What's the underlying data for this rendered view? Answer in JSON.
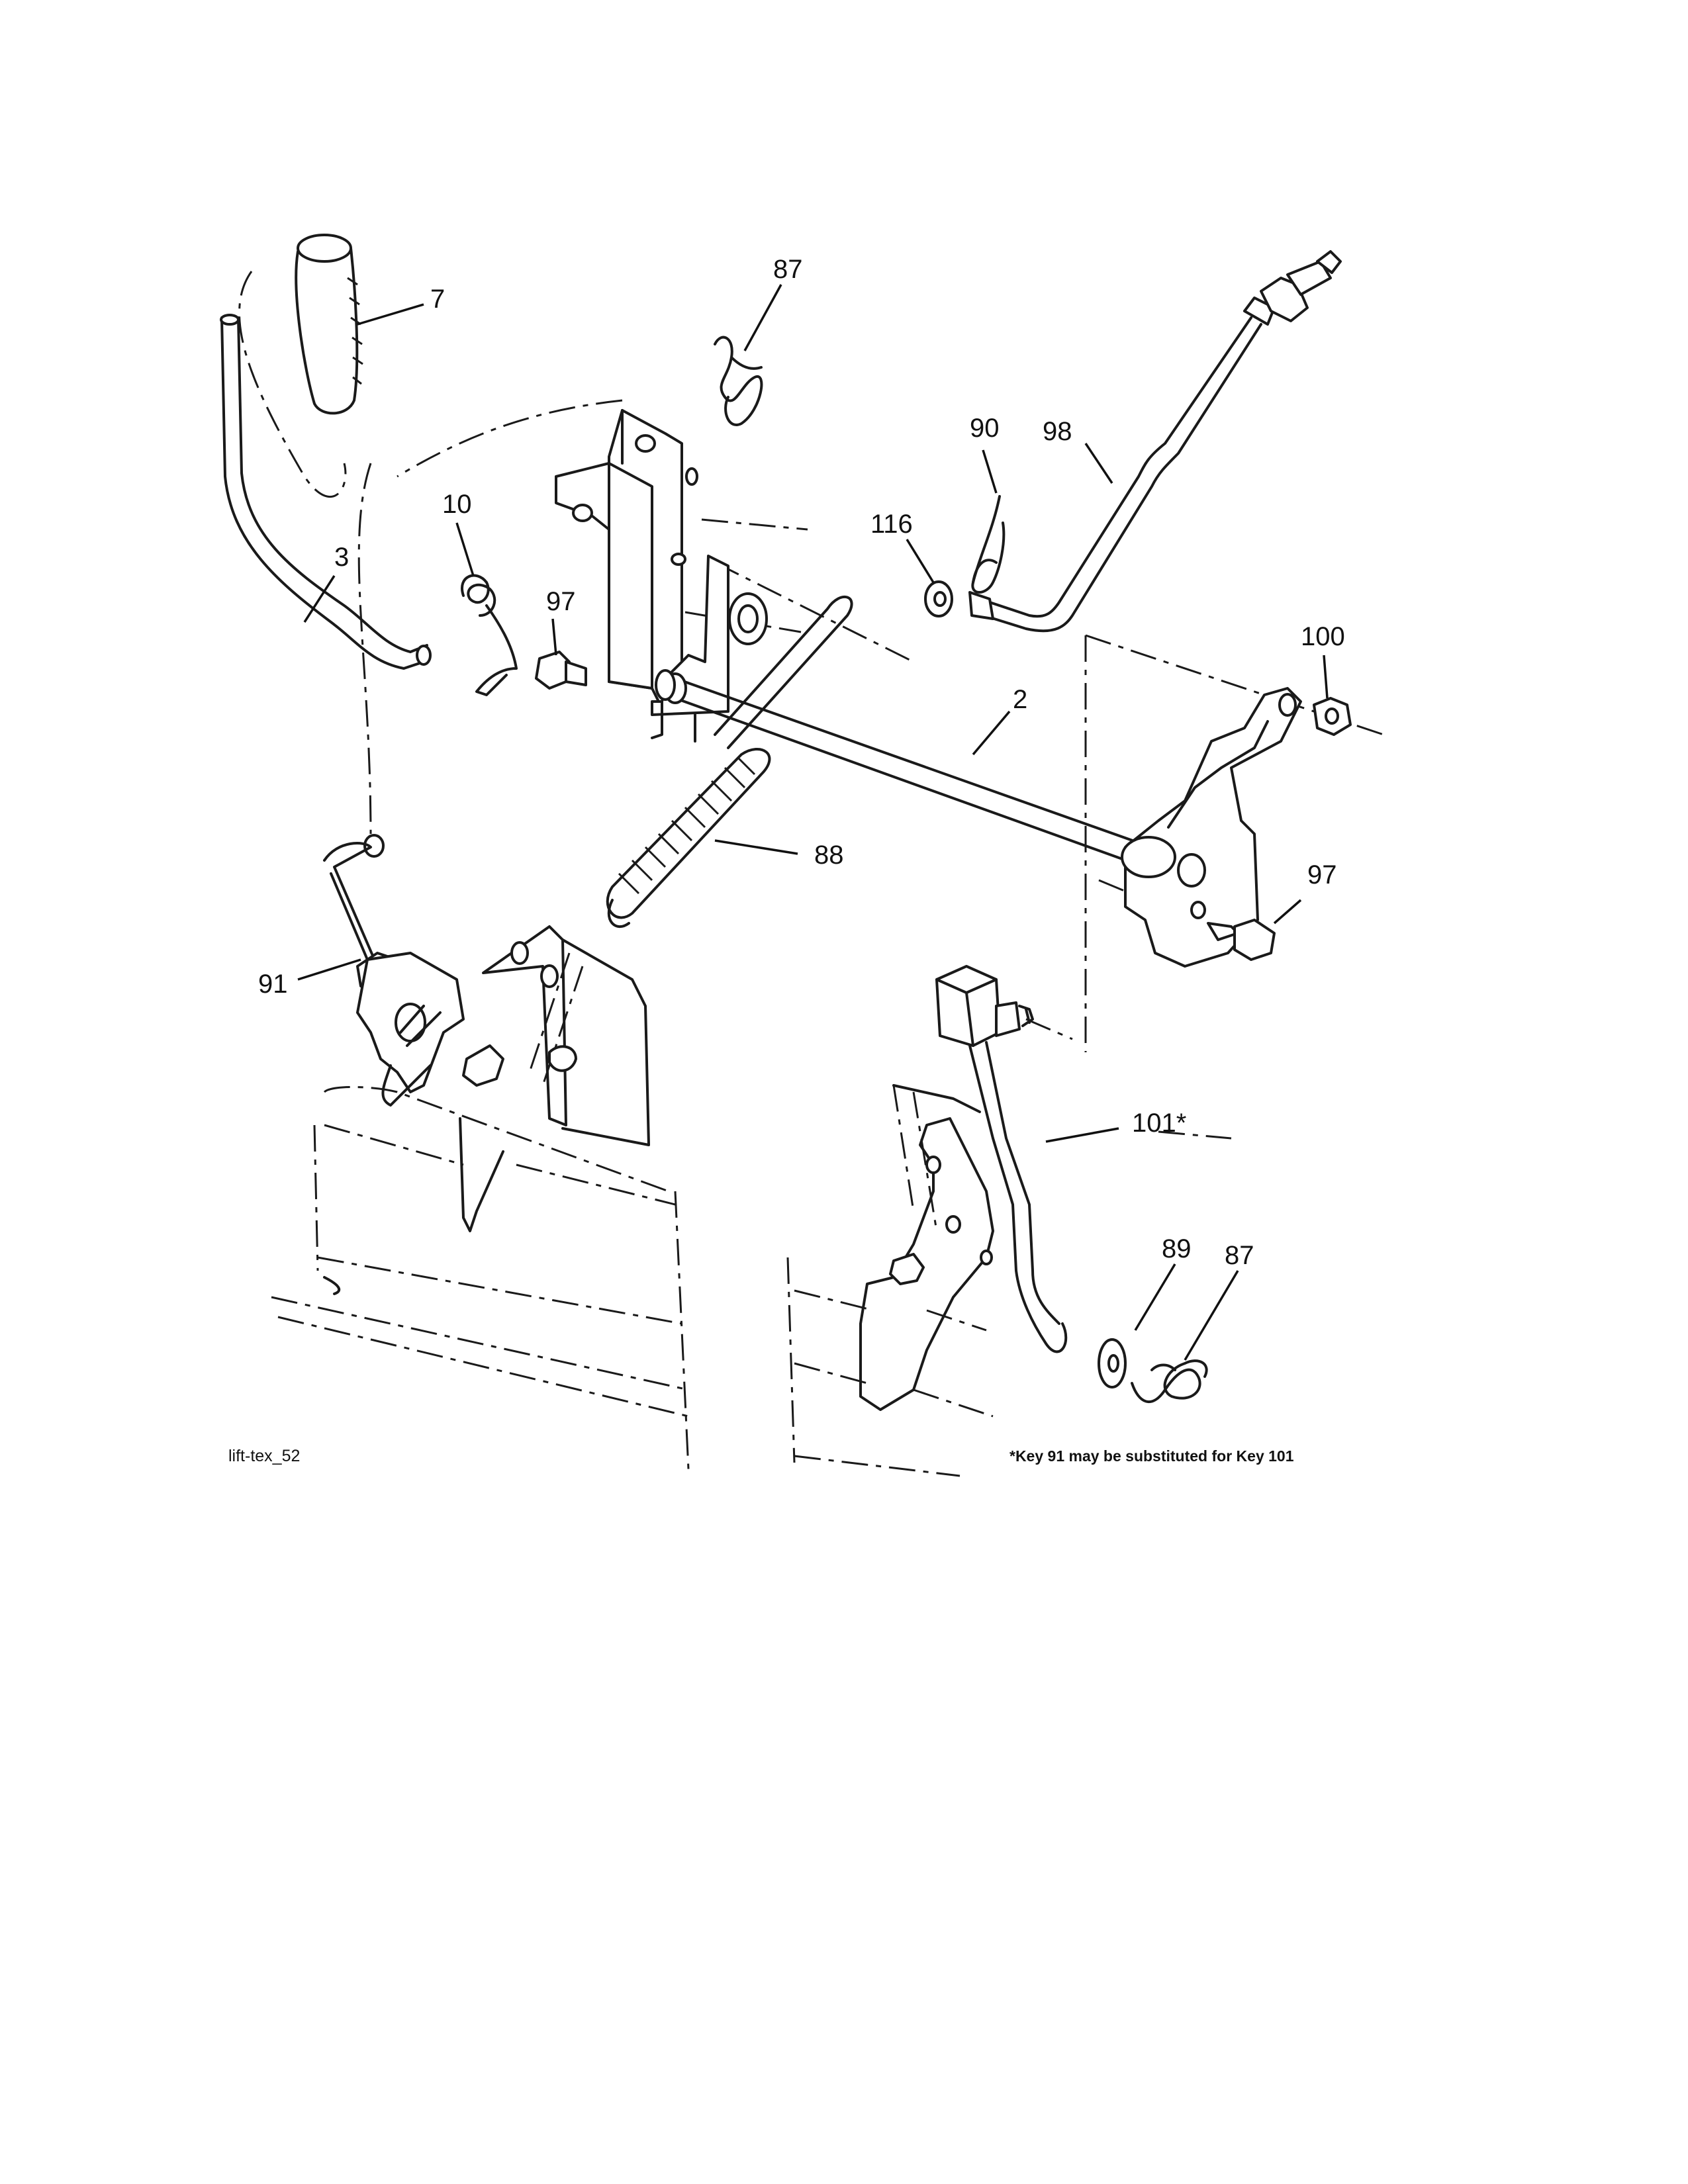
{
  "callouts": {
    "k7": "7",
    "k87_top": "87",
    "k90": "90",
    "k98": "98",
    "k116": "116",
    "k10": "10",
    "k3": "3",
    "k97_left": "97",
    "k100": "100",
    "k2": "2",
    "k88": "88",
    "k97_right": "97",
    "k91": "91",
    "k101": "101*",
    "k89": "89",
    "k87_bottom": "87"
  },
  "footer": {
    "diagram_id": "lift-tex_52",
    "note": "*Key 91 may be substituted for Key 101"
  }
}
